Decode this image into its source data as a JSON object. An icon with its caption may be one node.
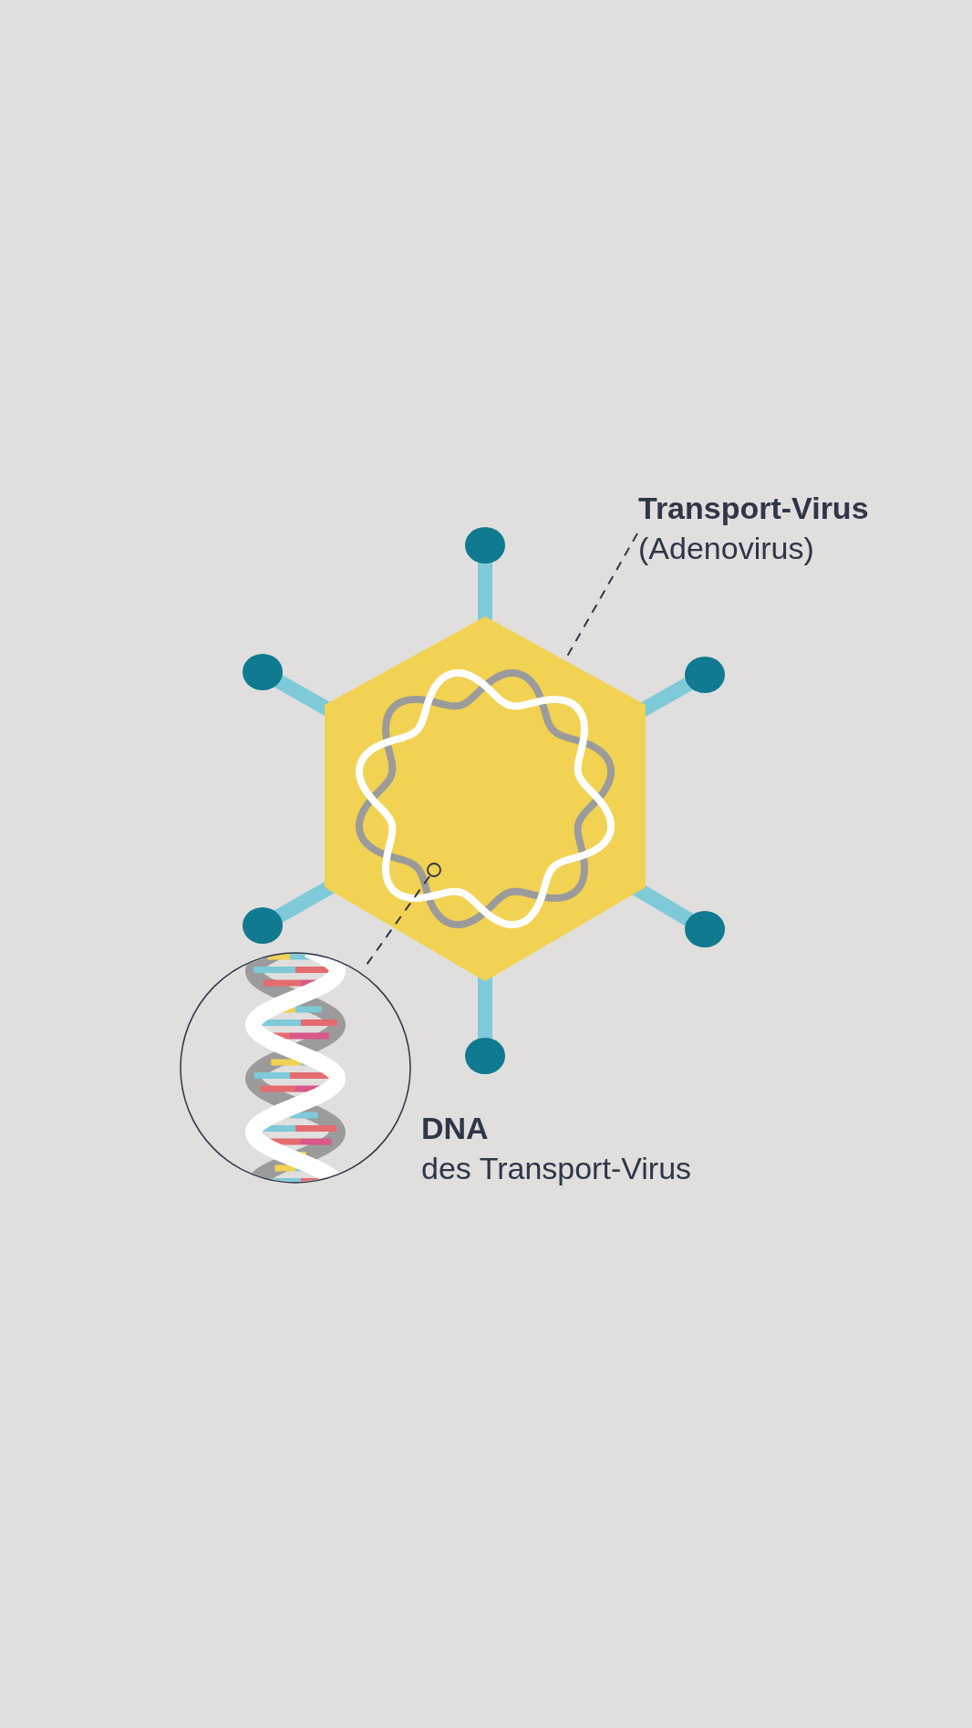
{
  "diagram": {
    "nodes": [
      {
        "text": [
          "Transport-Virus",
          "(Adenovirus)"
        ]
      },
      {
        "text": [],
        "shape": "picture"
      },
      {
        "text": [],
        "shape": "circle",
        "in": 1
      },
      {
        "text": [
          "DNA",
          "des Transport-Virus"
        ]
      }
    ],
    "edges": [
      {
        "from": 0,
        "to": 1,
        "arrow": "none",
        "style": "dashed"
      },
      {
        "from": 2,
        "to": 3,
        "arrow": "none",
        "style": "dashed"
      }
    ]
  }
}
